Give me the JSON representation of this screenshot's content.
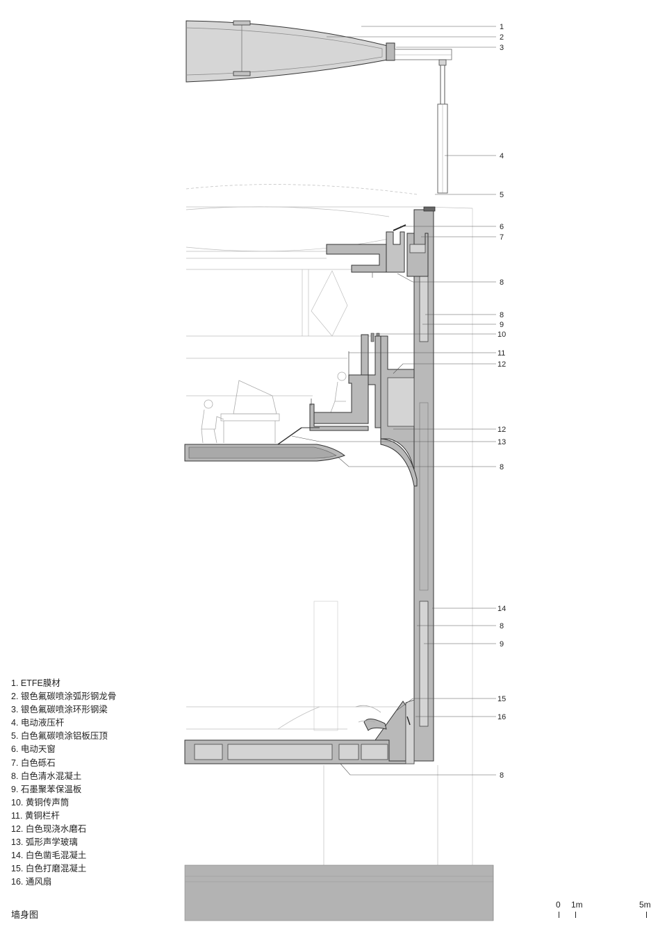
{
  "callouts": [
    "1",
    "2",
    "3",
    "4",
    "5",
    "6",
    "7",
    "8",
    "8",
    "9",
    "10",
    "11",
    "12",
    "12",
    "13",
    "8",
    "14",
    "8",
    "9",
    "15",
    "16",
    "8"
  ],
  "legend": [
    "1. ETFE膜材",
    "2. 银色氟碳喷涂弧形钢龙骨",
    "3. 银色氟碳喷涂环形钢梁",
    "4. 电动液压杆",
    "5. 白色氟碳喷涂铝板压顶",
    "6. 电动天窗",
    "7. 白色砾石",
    "8. 白色清水混凝土",
    "9. 石墨聚苯保温板",
    "10. 黄铜传声筒",
    "11. 黄铜栏杆",
    "12. 白色现浇水磨石",
    "13. 弧形声学玻璃",
    "14. 白色凿毛混凝土",
    "15. 白色打磨混凝土",
    "16. 通风扇"
  ],
  "title": "墙身图",
  "scale": {
    "labels": [
      "0",
      "1m",
      "5m"
    ]
  },
  "colors": {
    "cut": "#b9b9b9",
    "line": "#333333",
    "ground": "#b3b3b3"
  }
}
